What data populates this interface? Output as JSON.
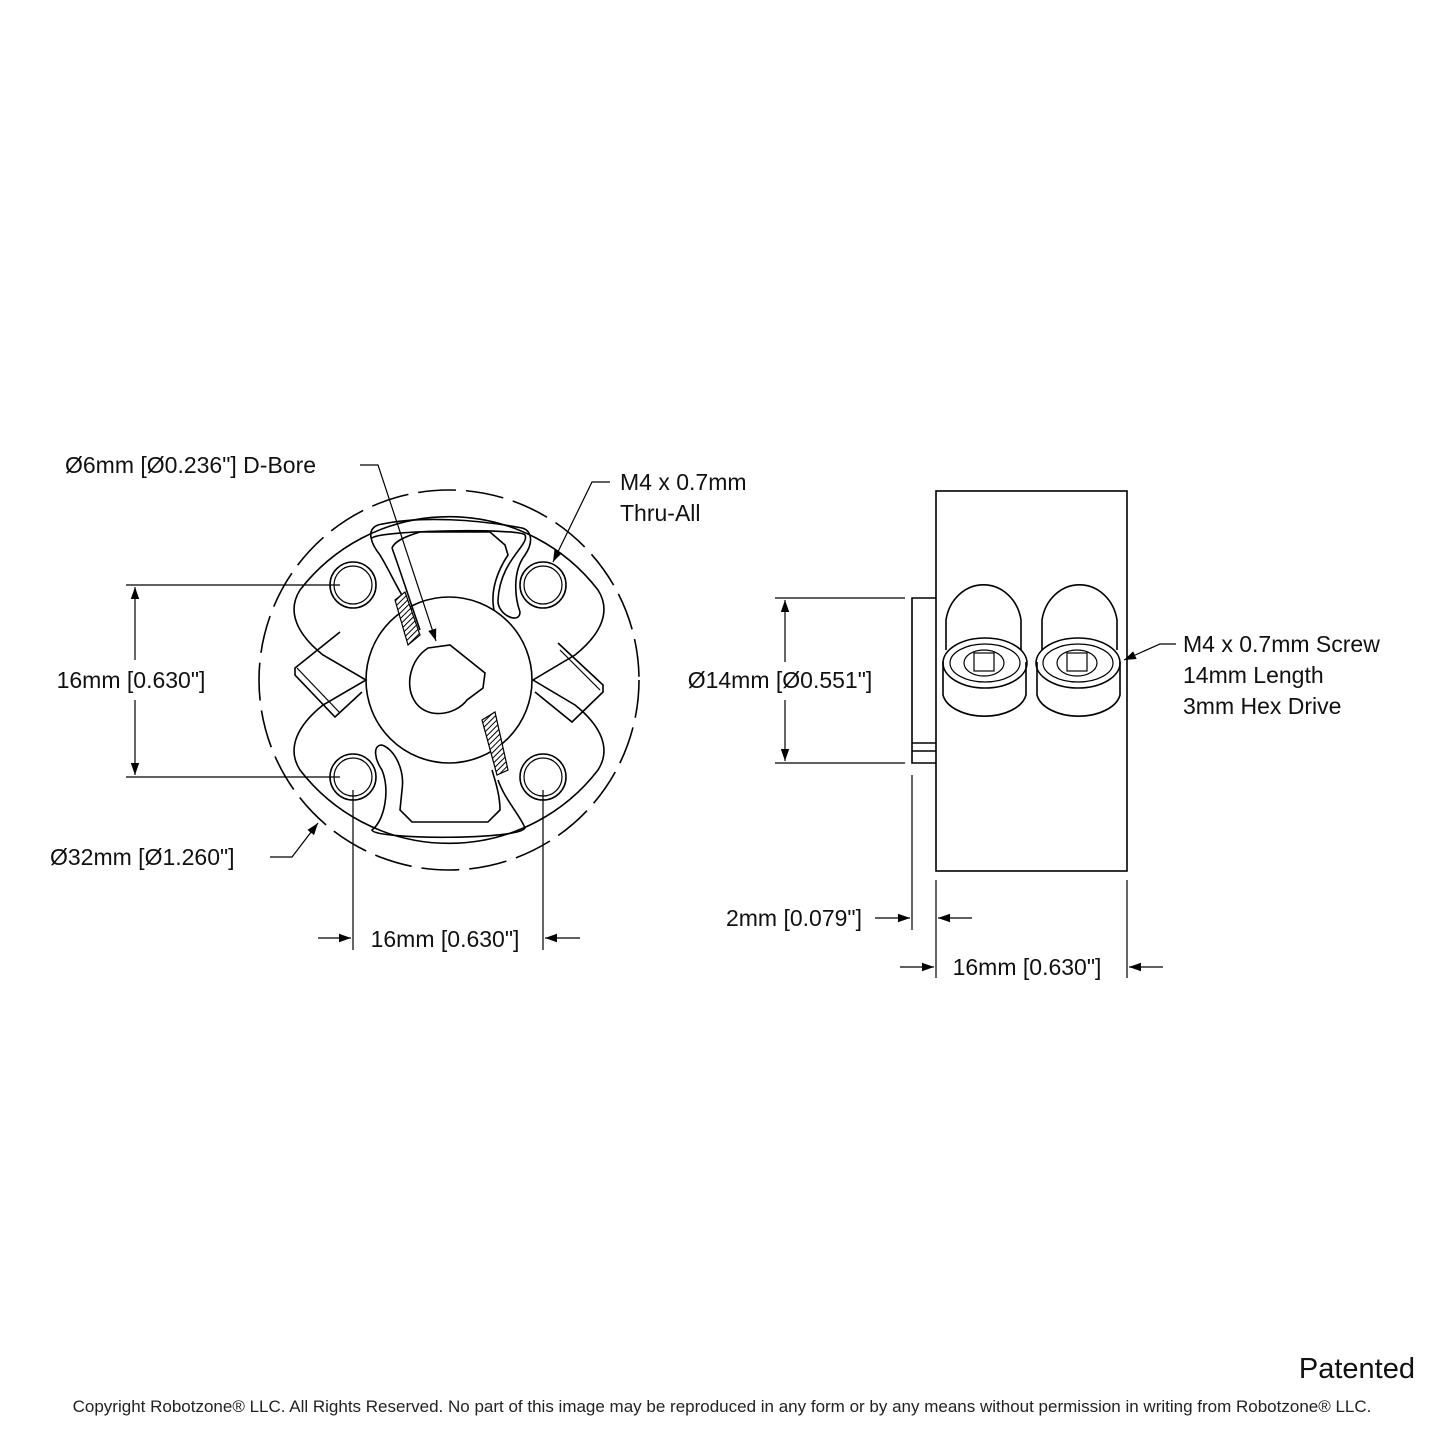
{
  "front_view": {
    "bore_label": "Ø6mm [Ø0.236\"] D-Bore",
    "tap_label_line1": "M4 x 0.7mm",
    "tap_label_line2": "Thru-All",
    "vertical_spacing_label": "16mm [0.630\"]",
    "outer_diameter_label": "Ø32mm [Ø1.260\"]",
    "horizontal_spacing_label": "16mm [0.630\"]"
  },
  "side_view": {
    "hub_diameter_label": "Ø14mm [Ø0.551\"]",
    "screw_label_line1": "M4 x 0.7mm Screw",
    "screw_label_line2": "14mm Length",
    "screw_label_line3": "3mm Hex Drive",
    "hub_length_label": "2mm [0.079\"]",
    "body_length_label": "16mm [0.630\"]"
  },
  "footer": {
    "patented": "Patented",
    "copyright": "Copyright Robotzone® LLC.  All Rights Reserved. No part of this image may be reproduced in any form or by any means without permission in writing from Robotzone® LLC."
  }
}
